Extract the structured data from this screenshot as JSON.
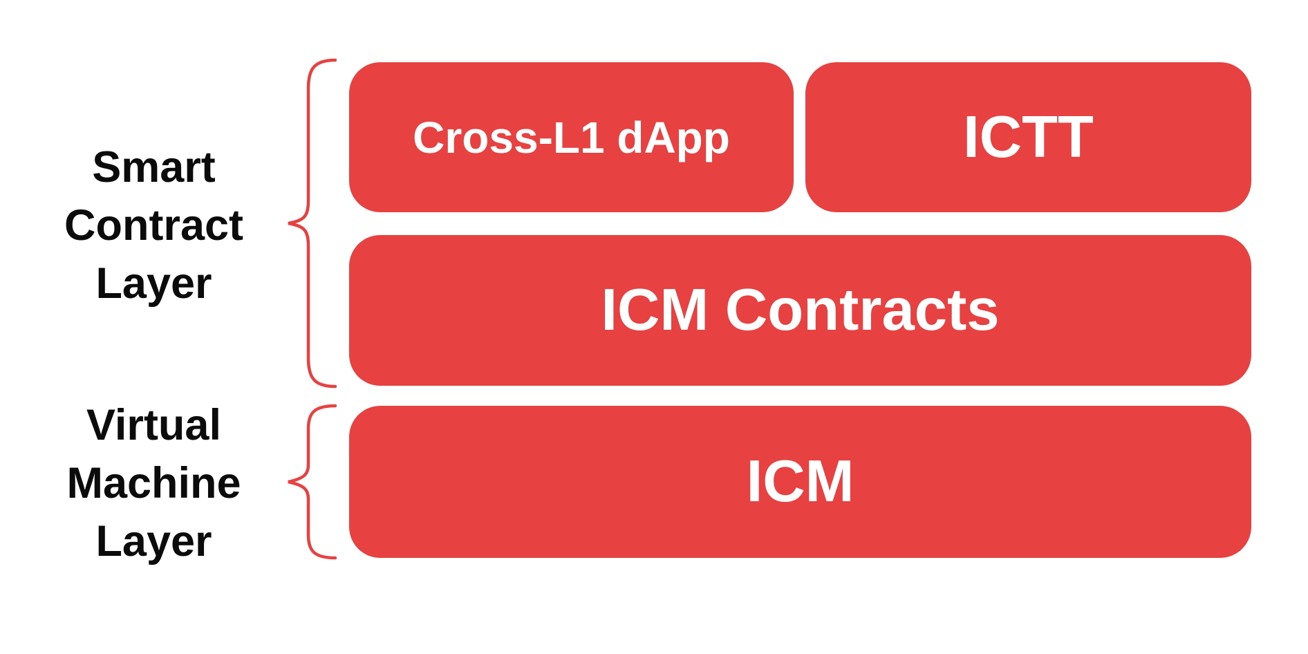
{
  "colors": {
    "box_red": "#e84142",
    "box_text_white": "#ffffff",
    "label_text_black": "#0b0b0b",
    "brace_red": "#e84142",
    "background": "#ffffff"
  },
  "layers": {
    "smart_contract": {
      "label": {
        "line1": "Smart",
        "line2": "Contract",
        "line3": "Layer"
      },
      "boxes": {
        "cross_l1_dapp": {
          "label": "Cross-L1 dApp"
        },
        "ictt": {
          "label": "ICTT"
        },
        "icm_contracts": {
          "label": "ICM Contracts"
        }
      }
    },
    "virtual_machine": {
      "label": {
        "line1": "Virtual",
        "line2": "Machine",
        "line3": "Layer"
      },
      "boxes": {
        "icm": {
          "label": "ICM"
        }
      }
    }
  }
}
